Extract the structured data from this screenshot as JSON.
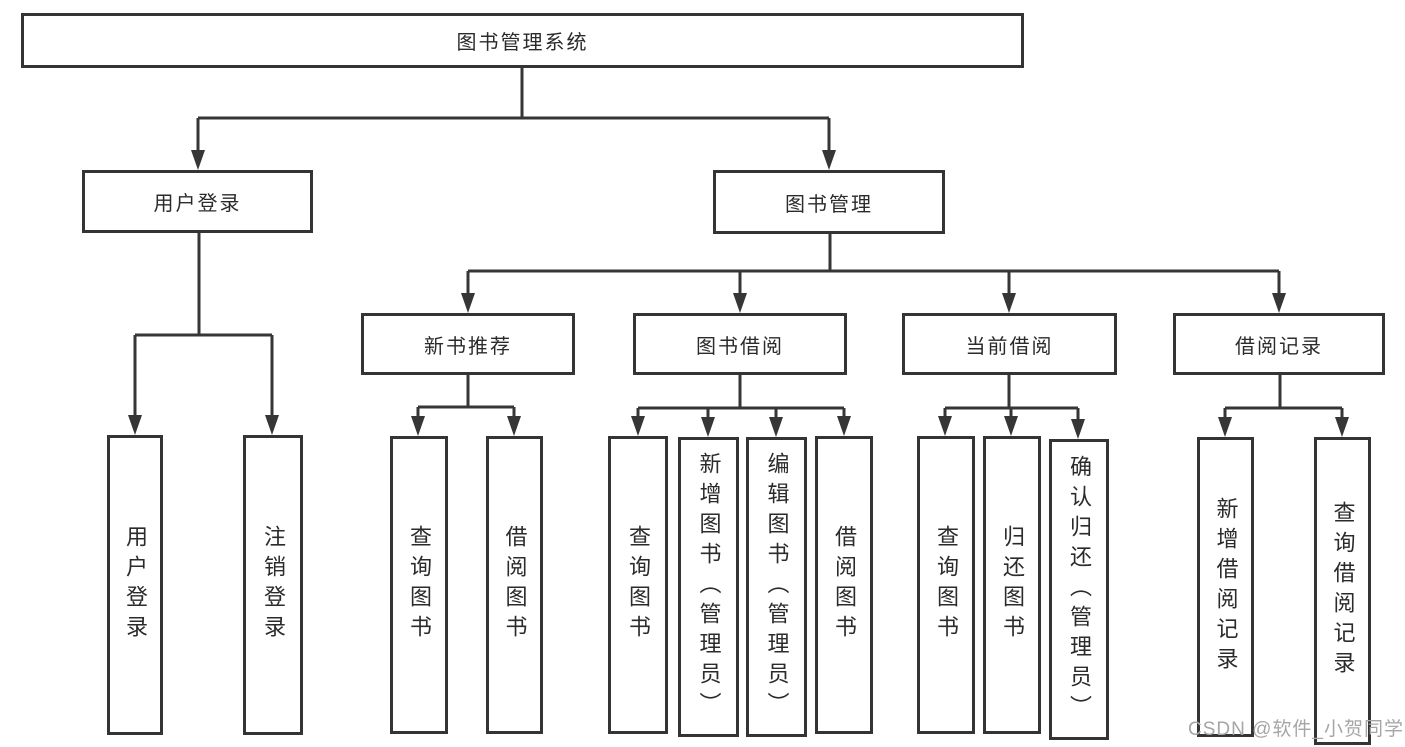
{
  "diagram": {
    "title": "图书管理系统",
    "branches": [
      {
        "label": "用户登录",
        "children": [
          {
            "label": "用户登录"
          },
          {
            "label": "注销登录"
          }
        ]
      },
      {
        "label": "图书管理",
        "children": [
          {
            "label": "新书推荐",
            "children": [
              {
                "label": "查询图书"
              },
              {
                "label": "借阅图书"
              }
            ]
          },
          {
            "label": "图书借阅",
            "children": [
              {
                "label": "查询图书"
              },
              {
                "label": "新增图书（管理员）"
              },
              {
                "label": "编辑图书（管理员）"
              },
              {
                "label": "借阅图书"
              }
            ]
          },
          {
            "label": "当前借阅",
            "children": [
              {
                "label": "查询图书"
              },
              {
                "label": "归还图书"
              },
              {
                "label": "确认归还（管理员）"
              }
            ]
          },
          {
            "label": "借阅记录",
            "children": [
              {
                "label": "新增借阅记录"
              },
              {
                "label": "查询借阅记录"
              }
            ]
          }
        ]
      }
    ]
  },
  "watermark": "CSDN @软件_小贺同学",
  "colors": {
    "line": "#363636",
    "text": "#2b2b2b",
    "watermark": "#a6a6a6",
    "background": "#ffffff"
  }
}
